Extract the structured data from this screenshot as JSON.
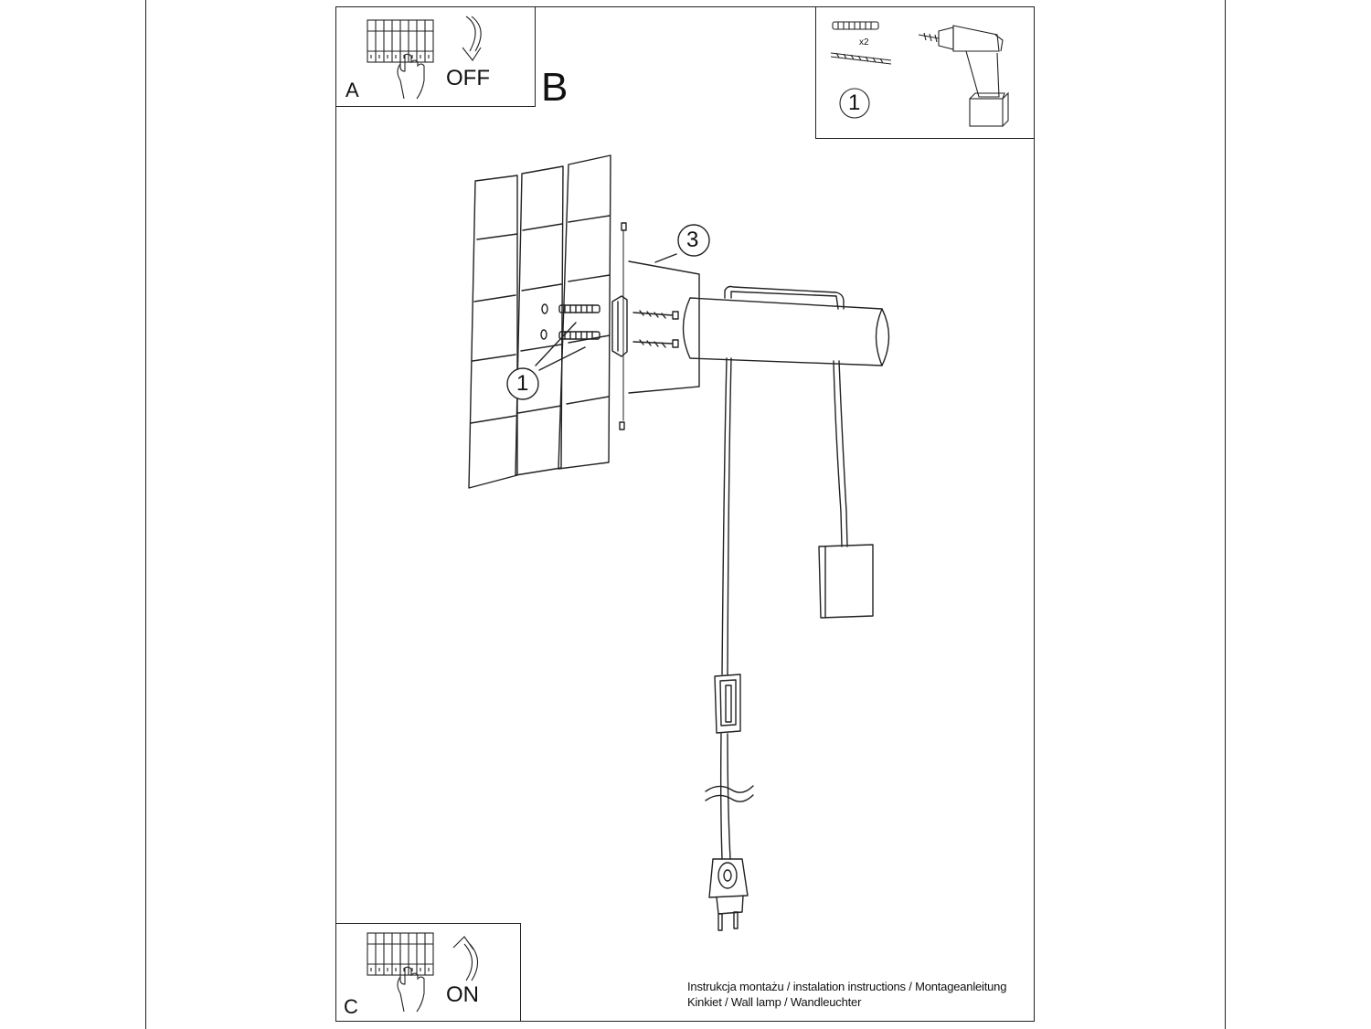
{
  "step_a": {
    "letter": "A",
    "instruction": "OFF"
  },
  "step_b": {
    "letter": "B"
  },
  "step_c": {
    "letter": "C",
    "instruction": "ON"
  },
  "tools": {
    "anchor_count": "x2",
    "part_number": "1"
  },
  "callouts": {
    "mount_plate": "3",
    "wall_plugs": "1"
  },
  "footer": {
    "line1": "Instrukcja montażu / instalation instructions / Montageanleitung",
    "line2": "Kinkiet / Wall lamp / Wandleuchter"
  }
}
